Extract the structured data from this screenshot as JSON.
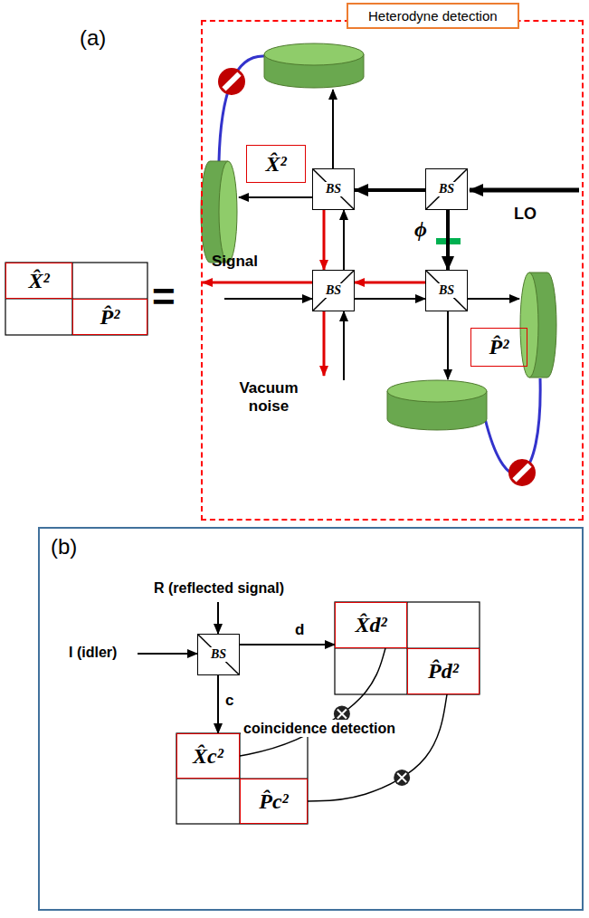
{
  "diagram": {
    "nodes": [
      {
        "text": [
          "X̂²"
        ]
      },
      {
        "text": [
          "P̂²"
        ]
      },
      {
        "text": [
          "Heterodyne detection"
        ]
      },
      {
        "text": [
          "X̂²"
        ],
        "in": 2
      },
      {
        "text": [
          "BS"
        ],
        "in": 2
      },
      {
        "text": [
          "BS"
        ],
        "in": 2
      },
      {
        "text": [
          "BS"
        ],
        "in": 2
      },
      {
        "text": [
          "BS"
        ],
        "in": 2
      },
      {
        "text": [
          "P̂²"
        ],
        "in": 2
      },
      {
        "text": [
          "(b)"
        ]
      },
      {
        "text": [
          "BS"
        ],
        "in": 9
      },
      {
        "text": [
          "X̂d²"
        ],
        "in": 9
      },
      {
        "text": [
          "P̂d²"
        ],
        "in": 9
      },
      {
        "text": [
          "X̂c²"
        ],
        "in": 9
      },
      {
        "text": [
          "P̂c²"
        ],
        "in": 9
      }
    ],
    "edges": [
      {
        "from": 5,
        "to": 4,
        "arrow": "to"
      },
      {
        "from": 5,
        "to": 7,
        "arrow": "to",
        "label": "ϕ"
      },
      {
        "from": 4,
        "to": 6,
        "arrow": "to"
      },
      {
        "from": 6,
        "to": 4,
        "arrow": "to"
      },
      {
        "from": 6,
        "to": 7,
        "arrow": "to"
      },
      {
        "from": 7,
        "to": 6,
        "arrow": "to"
      },
      {
        "from": 10,
        "to": 11,
        "arrow": "to",
        "label": "d"
      },
      {
        "from": 10,
        "to": 13,
        "arrow": "to",
        "label": "c"
      },
      {
        "from": 11,
        "to": 13,
        "arrow": "none"
      },
      {
        "from": 12,
        "to": 14,
        "arrow": "none"
      }
    ],
    "labels": [
      "(a)",
      "=",
      "LO",
      "Signal",
      "Vacuum noise",
      "R (reflected signal)",
      "I (idler)",
      "coincidence detection"
    ]
  }
}
